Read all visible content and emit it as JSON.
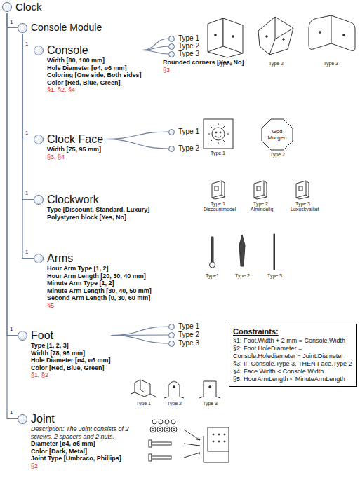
{
  "diagram": {
    "nodes": [
      {
        "text": [
          "Clock"
        ]
      },
      {
        "text": [
          "Console Module"
        ]
      },
      {
        "text": [
          "Console",
          "Width [80, 100 mm]",
          "Hole Diameter [ø4, ø6 mm]",
          "Coloring [One side, Both sides]",
          "Color [Red, Blue, Green]",
          "§1, §2, §4"
        ]
      },
      {
        "text": [
          "Type 1"
        ]
      },
      {
        "text": [
          "Type 2"
        ]
      },
      {
        "text": [
          "Type 3"
        ]
      },
      {
        "text": [
          "Clock Face",
          "Width [75, 95 mm]",
          "§3, §4"
        ]
      },
      {
        "text": [
          "Type 1"
        ]
      },
      {
        "text": [
          "Type 2"
        ]
      },
      {
        "text": [
          "Clockwork",
          "Type [Discount, Standard, Luxury]",
          "Polystyren block [Yes, No]"
        ]
      },
      {
        "text": [
          "Arms",
          "Hour Arm Type [1, 2]",
          "Hour Arm Length [20, 30, 40 mm]",
          "Minute Arm Type [1, 2]",
          "Minute Arm Length [30, 40, 50 mm]",
          "Second Arm Length [0, 30, 60 mm]",
          "§5"
        ]
      },
      {
        "text": [
          "Foot",
          "Type [1, 2, 3]",
          "Width [78, 98 mm]",
          "Hole Diameter [ø4, ø6 mm]",
          "Color [Red, Blue, Green]",
          "§1, §2"
        ]
      },
      {
        "text": [
          "Type 1"
        ]
      },
      {
        "text": [
          "Type 2"
        ]
      },
      {
        "text": [
          "Type 3"
        ]
      },
      {
        "text": [
          "Joint",
          "Description: The Joint consists of 2 screws, 2 spacers and 2 nuts.",
          "Diameter [ø4, ø6 mm]",
          "Color [Dark, Metal]",
          "Joint Type [Umbraco, Phillips]",
          "§2"
        ]
      },
      {
        "text": [
          "Constraints:",
          "§1: Foot.Width + 2 mm = Console.Width",
          "§2: Foot.HoleDiameter = Console.Holediameter = Joint.Diameter",
          "§3: IF Console.Type 3, THEN Face.Type 2",
          "§4: Face.Width < Console.Width",
          "§5: HourArmLength < MinuteArmLength"
        ]
      }
    ],
    "edges": [
      {
        "from": 0,
        "to": 1,
        "arrow": "none"
      },
      {
        "from": 1,
        "to": 2,
        "arrow": "none"
      },
      {
        "from": 2,
        "to": 3,
        "arrow": "none"
      },
      {
        "from": 2,
        "to": 4,
        "arrow": "none"
      },
      {
        "from": 2,
        "to": 5,
        "arrow": "none"
      },
      {
        "from": 1,
        "to": 6,
        "arrow": "none"
      },
      {
        "from": 6,
        "to": 7,
        "arrow": "none"
      },
      {
        "from": 6,
        "to": 8,
        "arrow": "none"
      },
      {
        "from": 1,
        "to": 9,
        "arrow": "none"
      },
      {
        "from": 1,
        "to": 10,
        "arrow": "none"
      },
      {
        "from": 0,
        "to": 11,
        "arrow": "none"
      },
      {
        "from": 11,
        "to": 12,
        "arrow": "none"
      },
      {
        "from": 11,
        "to": 13,
        "arrow": "none"
      },
      {
        "from": 11,
        "to": 14,
        "arrow": "none"
      },
      {
        "from": 0,
        "to": 15,
        "arrow": "none"
      }
    ],
    "labels": [
      "1",
      "1",
      "1",
      "1",
      "1",
      "1",
      "1",
      "Rounded corners [Yes, No]",
      "§3",
      "Type 1",
      "Type 2",
      "Type 3",
      "Type 1",
      "God Morgen",
      "Type 2",
      "Type 1",
      "Discountmodel",
      "Type 2",
      "Almindelig",
      "Type 3",
      "Luxuskvalitet",
      "Type1",
      "Type 2",
      "Type 3",
      "Type 1",
      "Type 2",
      "Type 3"
    ]
  }
}
